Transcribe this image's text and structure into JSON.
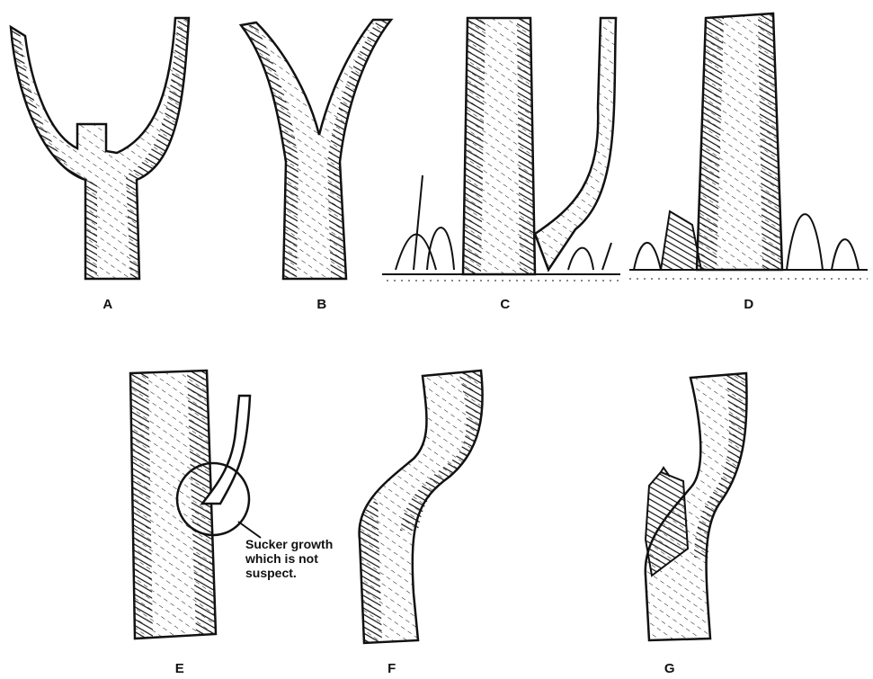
{
  "figures": [
    {
      "id": "A",
      "label": "A"
    },
    {
      "id": "B",
      "label": "B"
    },
    {
      "id": "C",
      "label": "C"
    },
    {
      "id": "D",
      "label": "D"
    },
    {
      "id": "E",
      "label": "E"
    },
    {
      "id": "F",
      "label": "F"
    },
    {
      "id": "G",
      "label": "G"
    }
  ],
  "annotation": {
    "lines": [
      "Sucker growth",
      "which is not",
      "suspect."
    ]
  },
  "colors": {
    "ink": "#111111",
    "paper": "#ffffff"
  }
}
